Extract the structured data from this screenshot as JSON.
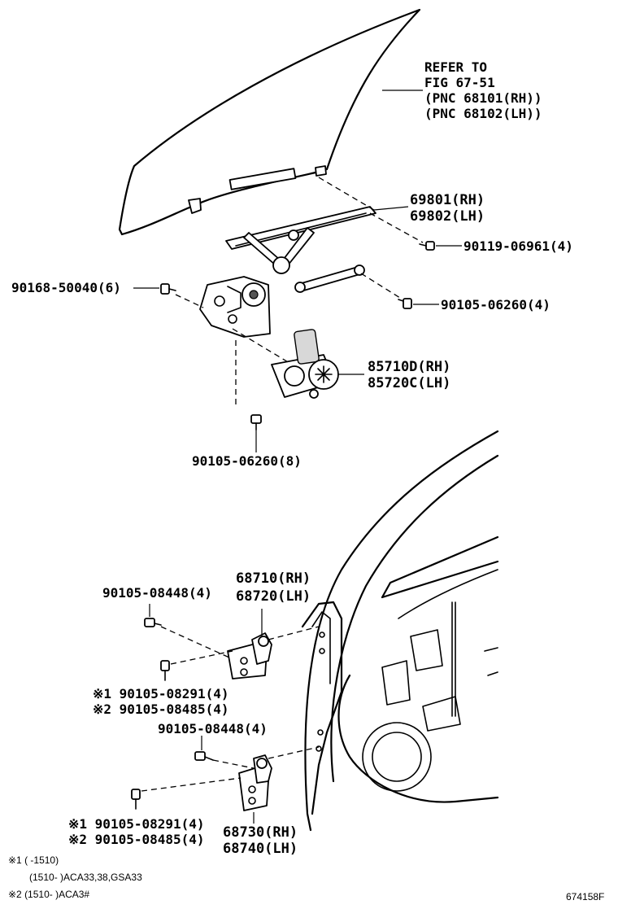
{
  "refer_note": {
    "line1": "REFER TO",
    "line2": "FIG 67-51",
    "line3": "(PNC 68101(RH))",
    "line4": "(PNC 68102(LH))"
  },
  "callouts": {
    "regulator_rh": "69801(RH)",
    "regulator_lh": "69802(LH)",
    "bolt_90119": "90119-06961(4)",
    "bolt_90168": "90168-50040(6)",
    "bolt_90105_06260_4": "90105-06260(4)",
    "motor_rh": "85710D(RH)",
    "motor_lh": "85720C(LH)",
    "bolt_90105_06260_8": "90105-06260(8)",
    "hinge_upper_rh": "68710(RH)",
    "hinge_upper_lh": "68720(LH)",
    "bolt_upper_08448": "90105-08448(4)",
    "bolt_upper_08291": "※1 90105-08291(4)",
    "bolt_upper_08485": "※2 90105-08485(4)",
    "bolt_lower_08448": "90105-08448(4)",
    "bolt_lower_08291": "※1 90105-08291(4)",
    "bolt_lower_08485": "※2 90105-08485(4)",
    "hinge_lower_rh": "68730(RH)",
    "hinge_lower_lh": "68740(LH)"
  },
  "footnotes": {
    "note1_a": "※1 (       -1510)",
    "note1_b": "(1510-       )ACA33,38,GSA33",
    "note2": "※2 (1510-       )ACA3#"
  },
  "figure_id": "674158F"
}
